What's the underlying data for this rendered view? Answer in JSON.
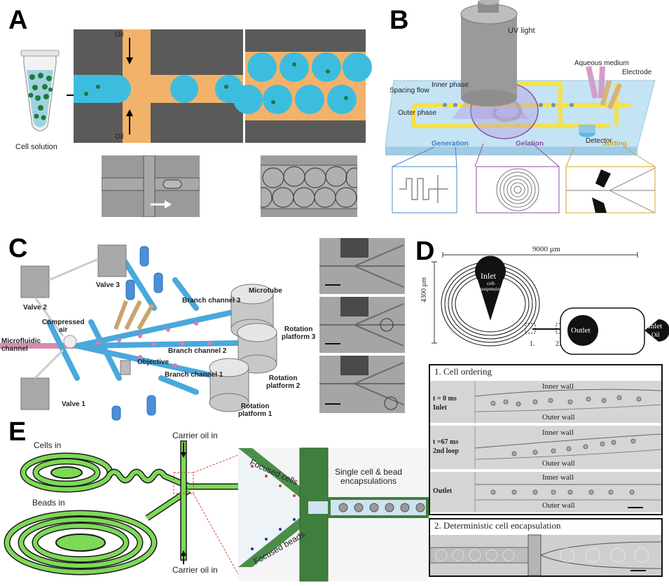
{
  "figure": {
    "panels": {
      "A": {
        "label": "A",
        "cell_solution_label": "Cell solution",
        "oil_top_label": "Oil",
        "oil_bottom_label": "Oil",
        "colors": {
          "aqueous": "#3cbde0",
          "oil": "#f2b26a",
          "channel_wall": "#5a5a5a",
          "cell": "#1f7a3a"
        }
      },
      "B": {
        "label": "B",
        "uv_light_label": "UV light",
        "aqueous_medium_label": "Aqueous medium",
        "electrode_label": "Electrode",
        "spacing_flow_label": "Spacing flow",
        "inner_phase_label": "Inner phase",
        "outer_phase_label": "Outer phase",
        "detector_label": "Detector",
        "generation_label": "Generation",
        "gelation_label": "Gelation",
        "sorting_label": "Sorting",
        "colors": {
          "generation": "#3a7fc4",
          "gelation": "#8a4fa6",
          "sorting": "#d5a42a",
          "chip": "#bfe0f3",
          "channel": "#f5e14a"
        }
      },
      "C": {
        "label": "C",
        "valve_2_label": "Valve 2",
        "valve_3_label": "Valve 3",
        "valve_1_label": "Valve 1",
        "compressed_air_label": "Compressed\nair",
        "microfluidic_channel_label": "Microfluidic\nchannel",
        "objective_label": "Objective",
        "branch_channel_3_label": "Branch channel 3",
        "branch_channel_2_label": "Branch channel 2",
        "branch_channel_1_label": "Branch channel 1",
        "microtube_label": "Microtube",
        "rotation_platform_3_label": "Rotation\nplatform 3",
        "rotation_platform_2_label": "Rotation\nplatform 2",
        "rotation_platform_1_label": "Rotation\nplatform 1"
      },
      "D": {
        "label": "D",
        "width_dimension": "9000 µm",
        "height_dimension": "4300 µm",
        "inlet_cells_label": "Inlet",
        "inlet_cells_sub": "cell-\nsuspension",
        "outlet_label": "Outlet",
        "inlet_oil_label": "Inlet",
        "inlet_oil_sub": "Oil",
        "marker_1": "1.",
        "marker_2": "2.",
        "box1_title": "1. Cell ordering",
        "box1_rows": [
          {
            "time": "t = 0 ms",
            "position": "Inlet",
            "top_label": "Inner wall",
            "bottom_label": "Outer wall"
          },
          {
            "time": "t =67 ms",
            "position": "2nd loop",
            "top_label": "Inner wall",
            "bottom_label": "Outer wall"
          },
          {
            "time": "",
            "position": "Outlet",
            "top_label": "Inner wall",
            "bottom_label": "Outer wall"
          }
        ],
        "box2_title": "2. Deterministic cell encapsulation"
      },
      "E": {
        "label": "E",
        "cells_in_label": "Cells in",
        "beads_in_label": "Beads in",
        "carrier_oil_top_label": "Carrier oil in",
        "carrier_oil_bottom_label": "Carrier oil in",
        "focused_cells_label": "Focused cells",
        "focused_beads_label": "Focused beads",
        "encapsulation_label": "Single cell & bead\nencapsulations",
        "colors": {
          "channel": "#7ed957",
          "outline": "#1a1a1a"
        }
      }
    }
  }
}
